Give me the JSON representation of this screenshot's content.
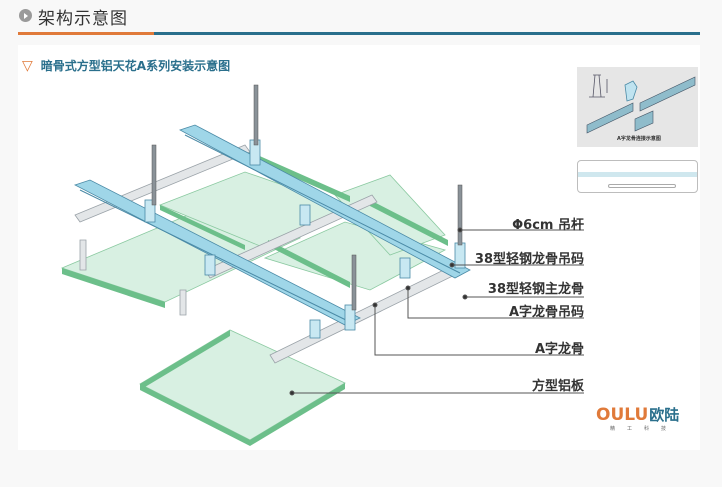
{
  "header": {
    "title": "架构示意图",
    "icon": "circle-play-icon",
    "accent_orange": "#e07a3a",
    "accent_teal": "#2a6f8c"
  },
  "diagram": {
    "subtitle": "暗骨式方型铝天花A系列安装示意图",
    "subtitle_icon": "triangle-down-icon",
    "subtitle_color": "#2a6f8c",
    "labels": [
      "Φ6cm 吊杆",
      "38型轻钢龙骨吊码",
      "38型轻钢主龙骨",
      "A字龙骨吊码",
      "A字龙骨",
      "方型铝板"
    ],
    "thumbnail_caption": "A字龙骨连接示意图",
    "colors": {
      "panel_fill": "#d8f0e2",
      "panel_edge": "#6cbf8a",
      "channel": "#9fd6e8",
      "rail": "#e3e6e8"
    }
  },
  "logo": {
    "latin": "OULU",
    "chinese": "欧陆",
    "tagline": "精工科技",
    "color_latin": "#e07a3a",
    "color_chinese": "#2a6f8c"
  }
}
